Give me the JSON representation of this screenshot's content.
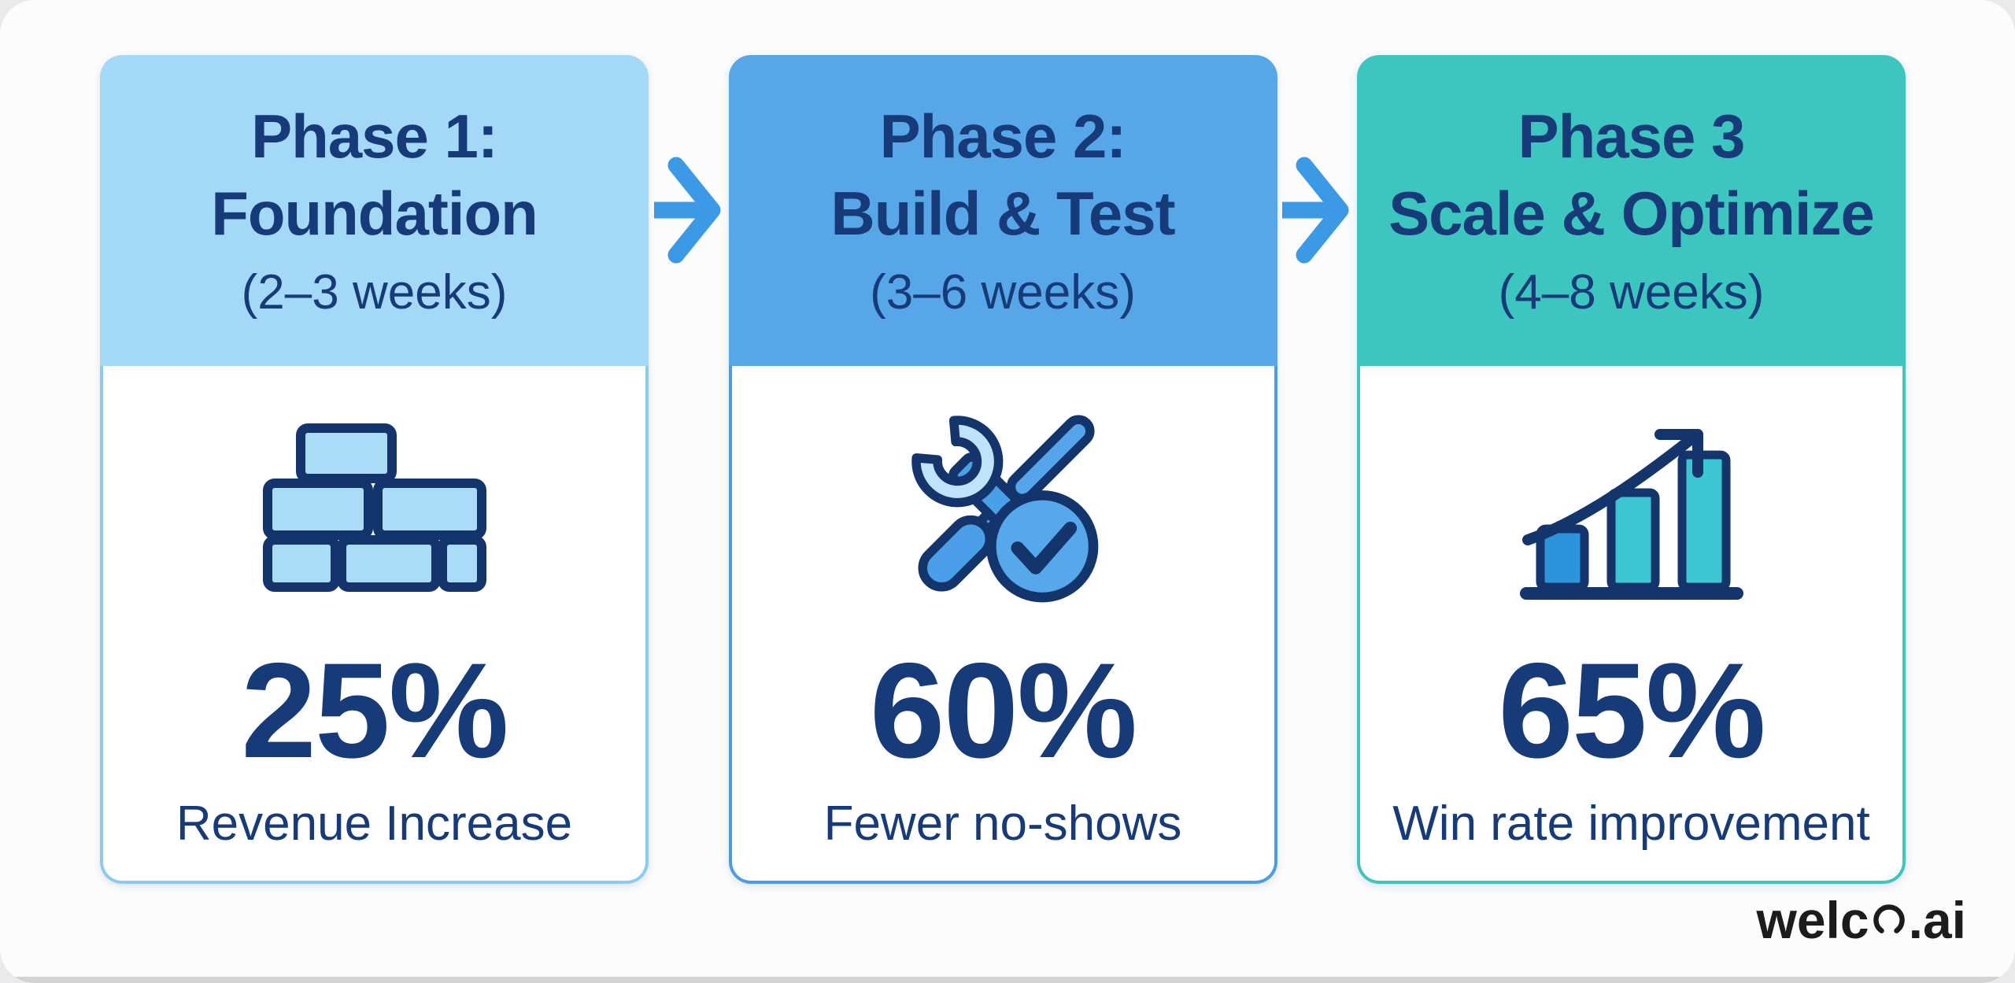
{
  "canvas": {
    "background": "#fcfcfd",
    "bottom_strip_color": "#d3d3d3"
  },
  "theme": {
    "text_navy": "#173a78",
    "icon_outline_navy": "#14356b",
    "arrow_blue": "#3b99e6"
  },
  "phases": [
    {
      "title_line1": "Phase 1:",
      "title_line2": "Foundation",
      "duration": "(2–3 weeks)",
      "metric_value": "25%",
      "metric_label": "Revenue Increase",
      "icon": "bricks-icon",
      "header_color": "#a3d9f7",
      "border_color": "#8bcbf2"
    },
    {
      "title_line1": "Phase 2:",
      "title_line2": "Build & Test",
      "duration": "(3–6 weeks)",
      "metric_value": "60%",
      "metric_label": "Fewer no-shows",
      "icon": "tools-check-icon",
      "header_color": "#57a7e8",
      "border_color": "#4a9ce4"
    },
    {
      "title_line1": "Phase 3",
      "title_line2": "Scale & Optimize",
      "duration": "(4–8 weeks)",
      "metric_value": "65%",
      "metric_label": "Win rate improvement",
      "icon": "growth-chart-icon",
      "header_color": "#3dc5c0",
      "border_color": "#3dc5c0"
    }
  ],
  "connector_icon": "right-arrow-icon",
  "icon_colors": {
    "brick_fill": "#aadcf8",
    "wrench_head_fill": "#bfe3fb",
    "wrench_shaft_fill": "#4aa0e8",
    "screwdriver_fill": "#55a5ea",
    "check_circle_fill": "#57a7eb",
    "bar_blue": "#2d93da",
    "bar_teal": "#3cc6d3"
  },
  "logo": {
    "prefix": "welc",
    "suffix": ".ai",
    "o_style": "open-bottom-circle",
    "color": "#1c1c1a"
  }
}
